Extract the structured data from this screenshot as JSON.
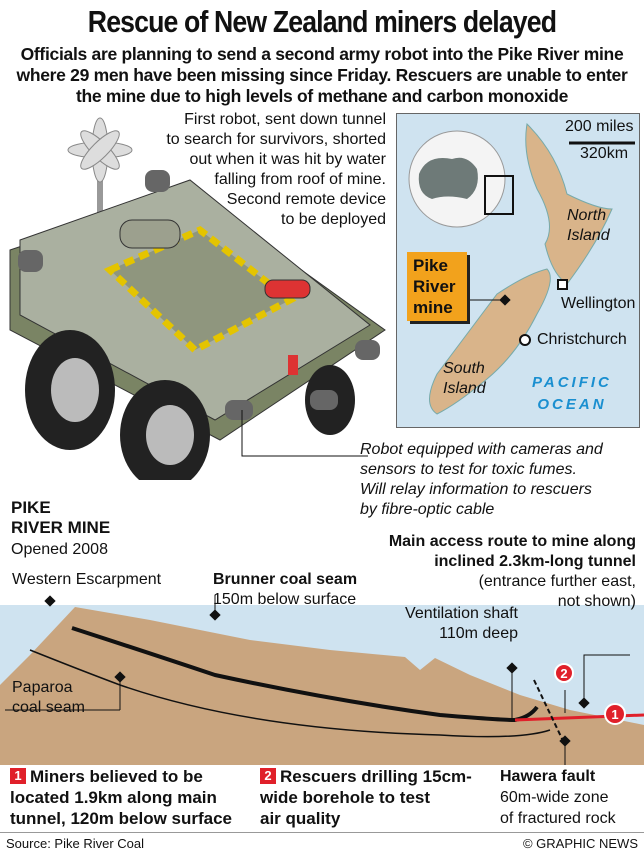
{
  "title": "Rescue of New Zealand miners delayed",
  "subtitle": "Officials are planning to send a second army robot into the Pike River mine where 29 men have been missing since Friday. Rescuers are unable to enter the mine due to high levels of methane and carbon monoxide",
  "robot_note": [
    "First robot, sent down tunnel",
    "to search for survivors, shorted",
    "out when it was hit by water",
    "falling from roof of mine.",
    "Second remote device",
    "to be deployed"
  ],
  "robot_caption": [
    "Robot equipped with cameras and",
    "sensors to test for toxic fumes.",
    "Will relay information to rescuers",
    "by fibre-optic cable"
  ],
  "map": {
    "scale_miles": "200 miles",
    "scale_km": "320km",
    "north_island": [
      "North",
      "Island"
    ],
    "south_island": [
      "South",
      "Island"
    ],
    "mine_label": [
      "Pike",
      "River",
      "mine"
    ],
    "wellington": "Wellington",
    "christchurch": "Christchurch",
    "ocean": [
      "PACIFIC",
      "OCEAN"
    ]
  },
  "section": {
    "heading": [
      "PIKE",
      "RIVER MINE"
    ],
    "opened": "Opened 2008",
    "access_title": [
      "Main access route to mine along",
      "inclined 2.3km-long tunnel"
    ],
    "access_note": [
      "(entrance further east,",
      "not shown)"
    ],
    "western": "Western Escarpment",
    "brunner": "Brunner coal seam",
    "brunner_depth": "150m below surface",
    "vent": "Ventilation shaft",
    "vent_depth": "110m deep",
    "paparoa": [
      "Paparoa",
      "coal seam"
    ],
    "marker1": "1",
    "marker2": "2"
  },
  "notes": [
    {
      "num": "1",
      "lines": [
        "Miners believed to be",
        "located 1.9km along main",
        "tunnel, 120m below surface"
      ]
    },
    {
      "num": "2",
      "lines": [
        "Rescuers drilling 15cm-",
        "wide borehole to test",
        "air quality"
      ]
    }
  ],
  "fault": {
    "title": "Hawera fault",
    "lines": [
      "60m-wide zone",
      "of fractured rock"
    ]
  },
  "source": "Source: Pike River Coal",
  "credit": "© GRAPHIC NEWS",
  "colors": {
    "terrain": "#c9a57f",
    "sky": "#cfe3f0",
    "land": "#d9b48a",
    "label": "#f2a21c",
    "red": "#e0202a",
    "ocean_text": "#1a8fd0"
  }
}
